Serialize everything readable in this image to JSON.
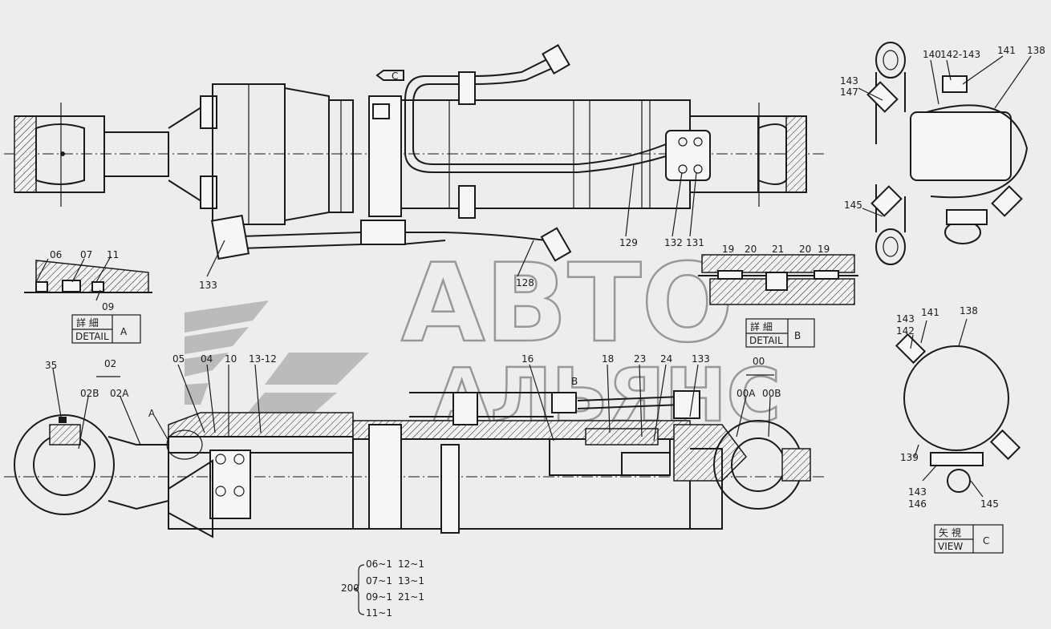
{
  "labels": {
    "l35": "35",
    "l02": "02",
    "l02b": "02B",
    "l02a": "02A",
    "lA": "A",
    "l05": "05",
    "l04": "04",
    "l10": "10",
    "l1312": "13-12",
    "l16": "16",
    "lB": "B",
    "l18": "18",
    "l23": "23",
    "l24": "24",
    "l133b": "133",
    "l00": "00",
    "l00a": "00A",
    "l00b": "00B",
    "l06": "06",
    "l07": "07",
    "l11": "11",
    "l09": "09",
    "l133": "133",
    "l128": "128",
    "l129": "129",
    "l132": "132",
    "l131": "131",
    "lC": "C",
    "b19a": "19",
    "b20a": "20",
    "b21": "21",
    "b20b": "20",
    "b19b": "19",
    "r140": "140",
    "r142143": "142-143",
    "r141": "141",
    "r138": "138",
    "r143": "143",
    "r147": "147",
    "r145": "145",
    "v143": "143",
    "v142": "142",
    "v141": "141",
    "v138": "138",
    "v139": "139",
    "v143b": "143",
    "v146": "146",
    "v145": "145"
  },
  "detail_a": {
    "jp": "詳 細",
    "en": "DETAIL",
    "letter": "A"
  },
  "detail_b": {
    "jp": "詳 細",
    "en": "DETAIL",
    "letter": "B"
  },
  "view_c": {
    "jp": "矢 視",
    "en": "VIEW",
    "letter": "C"
  },
  "kit": {
    "code": "200",
    "col1": [
      "06~1",
      "07~1",
      "09~1",
      "11~1"
    ],
    "col2": [
      "12~1",
      "13~1",
      "21~1"
    ]
  },
  "watermark": {
    "line1": "АВТО",
    "line2": "АЛЬЯНС"
  }
}
